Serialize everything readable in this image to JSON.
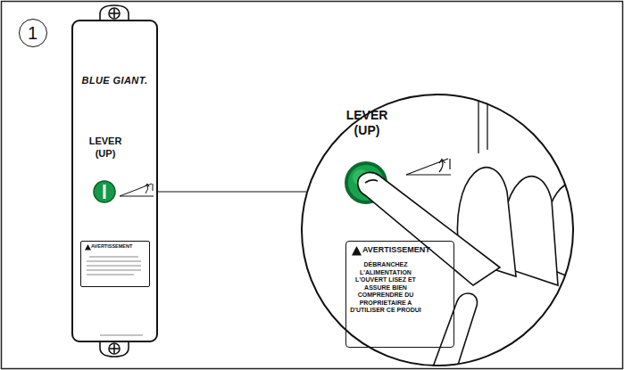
{
  "diagram": {
    "nodes": [
      {
        "text": [
          "1"
        ]
      },
      {
        "text": [
          "BLUE GIANT.",
          "LEVER (UP)"
        ]
      },
      {
        "text": [
          "AVERTISSEMENT"
        ],
        "in": 1
      },
      {
        "text": [
          "LEVER (UP)"
        ]
      },
      {
        "text": [
          "AVERTISSEMENT",
          "DÉBRANCHEZ L'ALIMENTATION L'OUVERT LISEZ ET ASSURE BIEN COMPRENDRE DU PROPRIETAIRE A D'UTILISER CE PRODUI"
        ],
        "in": 3
      }
    ],
    "edges": [
      {
        "from": 1,
        "to": 3,
        "arrow": "none"
      }
    ]
  }
}
